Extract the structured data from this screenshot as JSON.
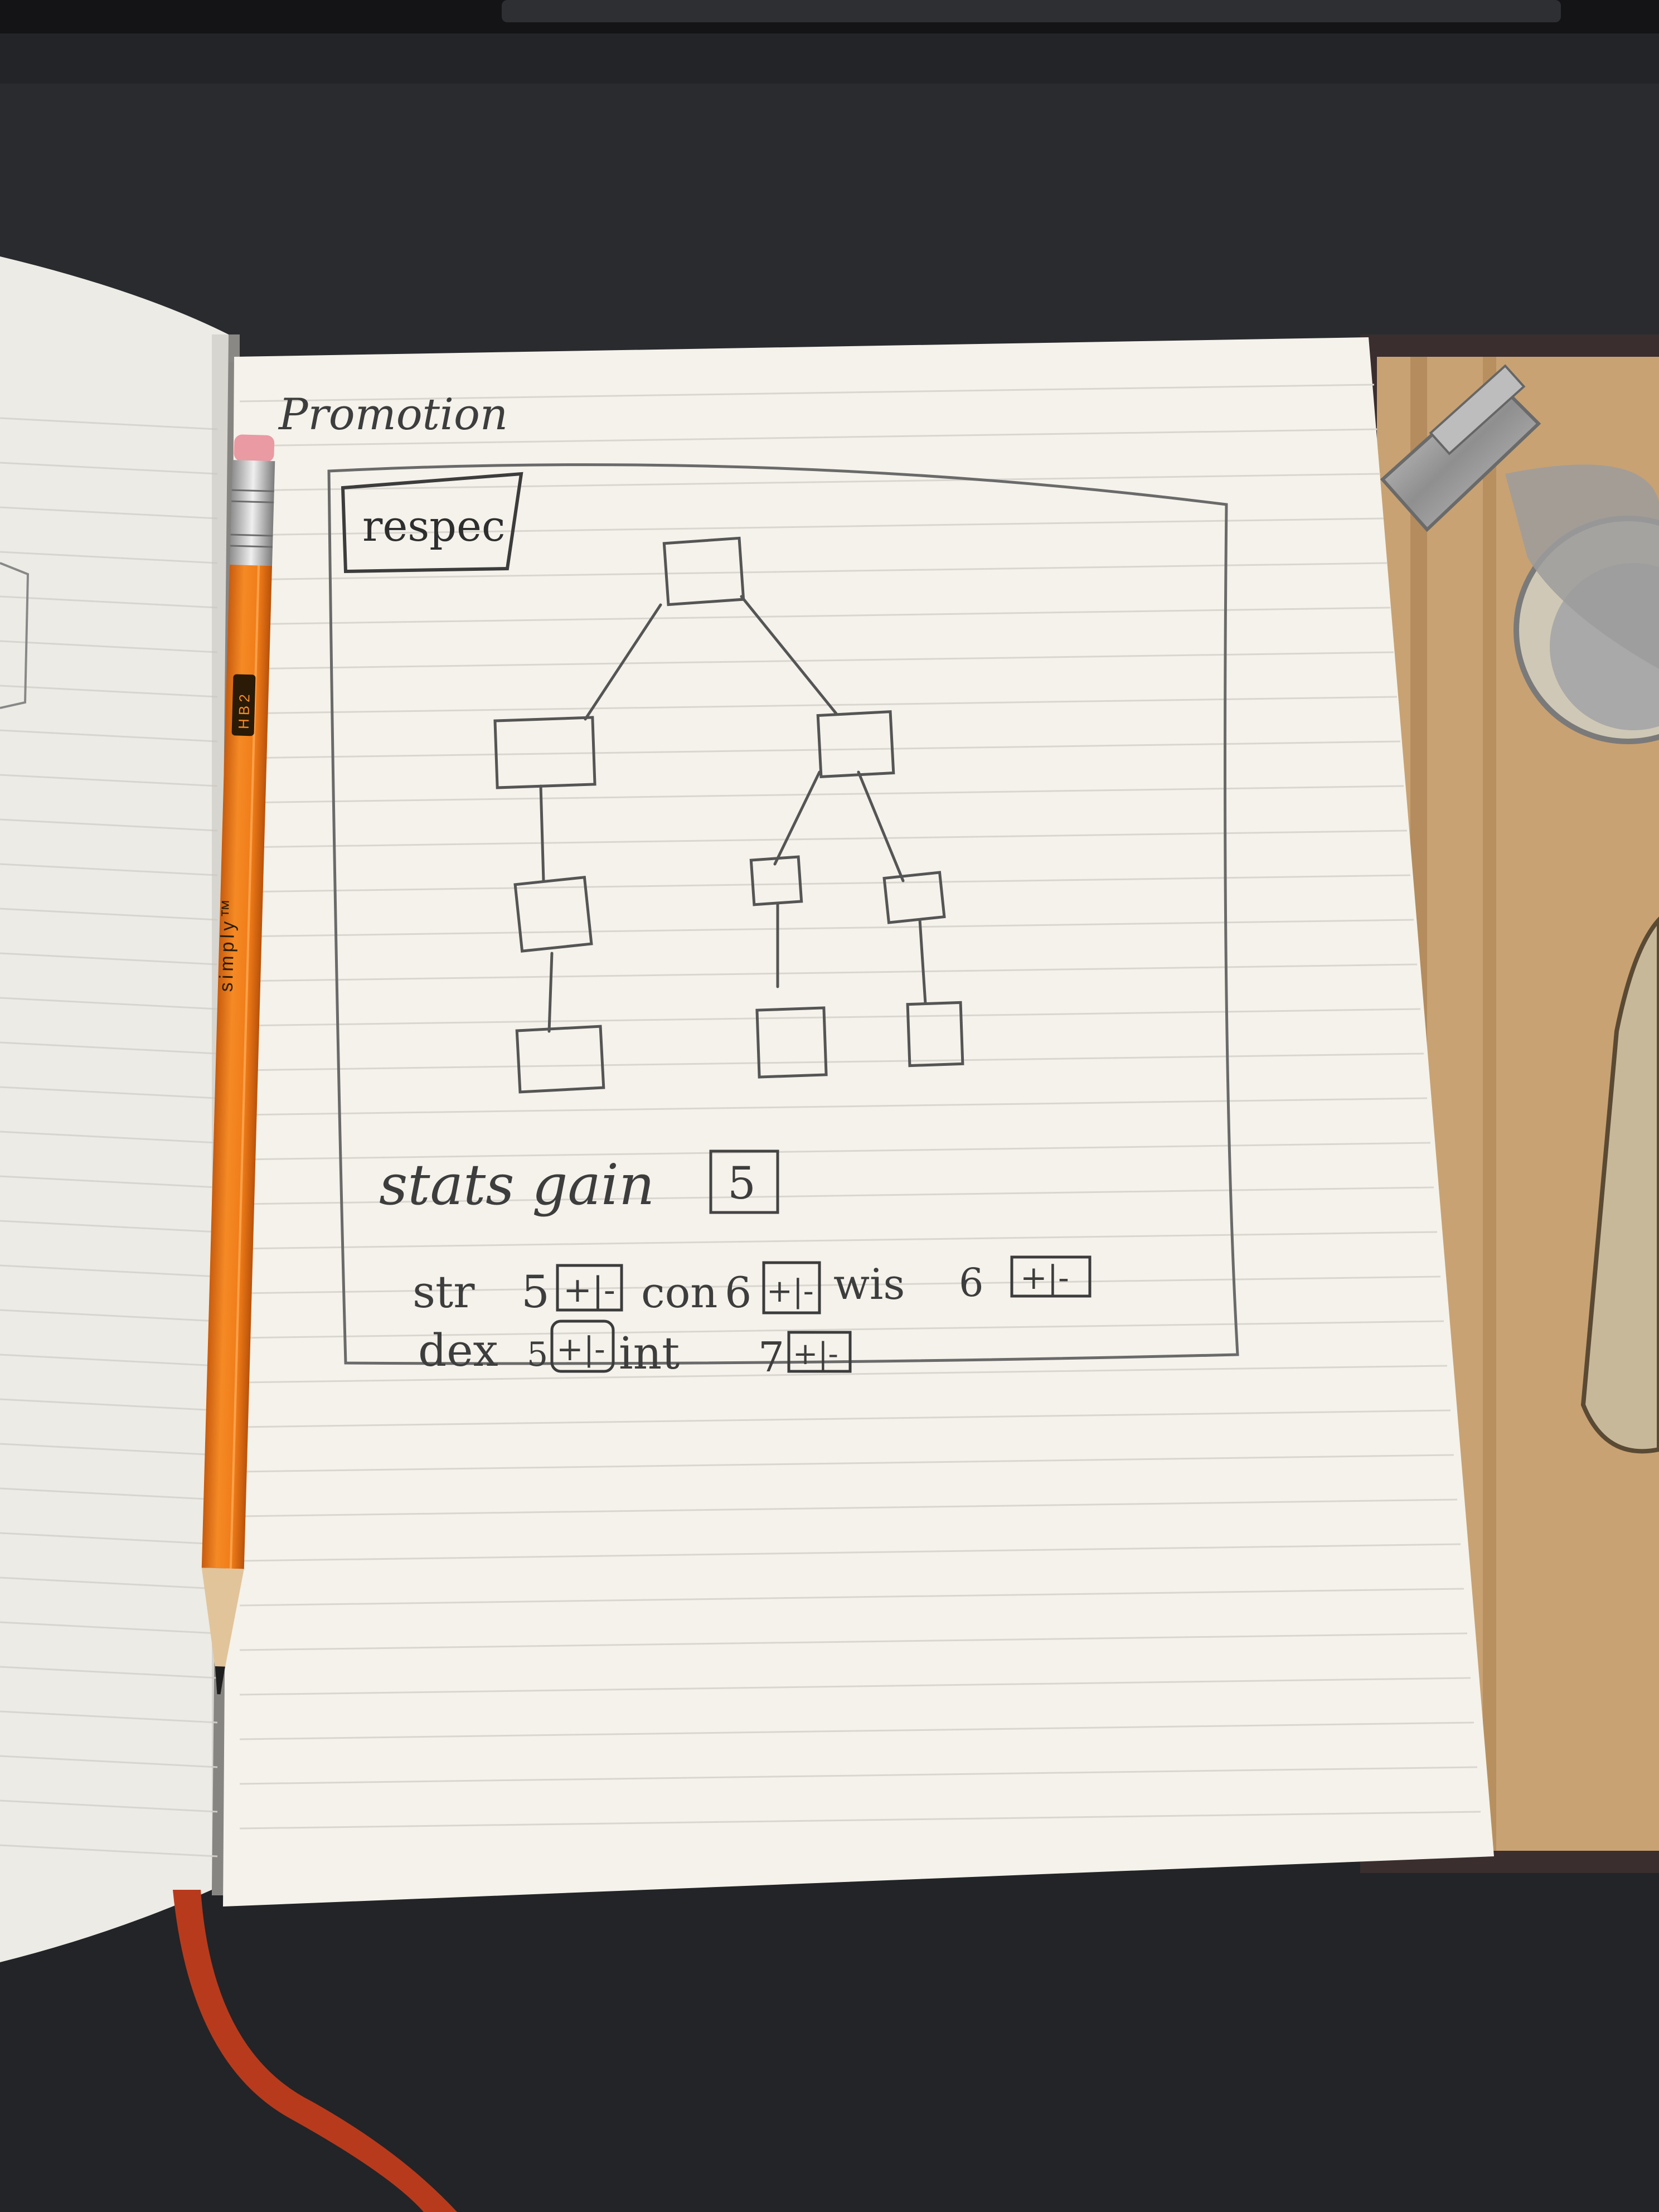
{
  "sketch": {
    "title": "Promotion",
    "respec_button": "respec",
    "stats_gain_label": "stats gain",
    "stats_gain_value": "5",
    "stats": [
      {
        "name": "str",
        "value": "5"
      },
      {
        "name": "con",
        "value": "6"
      },
      {
        "name": "wis",
        "value": "6"
      },
      {
        "name": "dex",
        "value": "5"
      },
      {
        "name": "int",
        "value": "7"
      }
    ],
    "button_label": "+|-"
  },
  "pencil": {
    "brand": "simply™",
    "grade": "HB2"
  },
  "colors": {
    "paper": "#f4f2ea",
    "ruled_line": "#d8d6cf",
    "pencil_body": "#f0811f",
    "desk": "#232427",
    "cover_tan": "#c9a273"
  }
}
